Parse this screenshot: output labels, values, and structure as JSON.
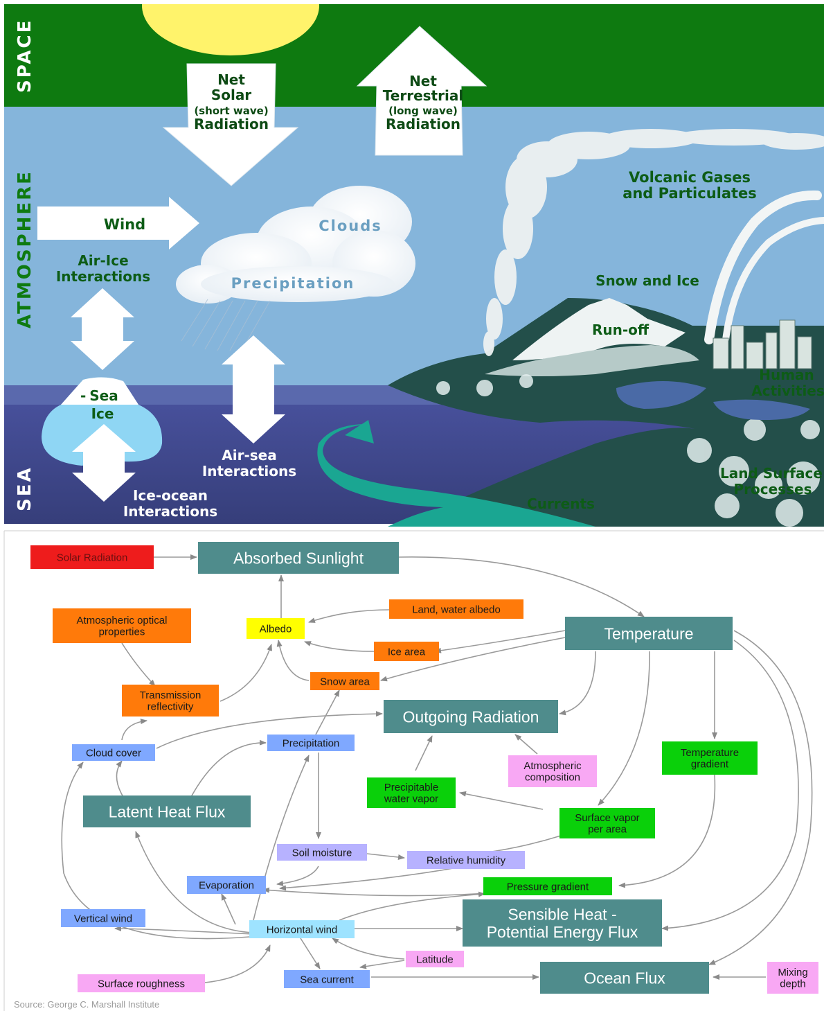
{
  "top_diagram": {
    "side_labels": {
      "space": "SPACE",
      "atmosphere": "ATMOSPHERE",
      "sea": "SEA"
    },
    "net_solar": [
      "Net",
      "Solar",
      "(short wave)",
      "Radiation"
    ],
    "net_terrestrial": [
      "Net",
      "Terrestrial",
      "(long wave)",
      "Radiation"
    ],
    "wind": "Wind",
    "clouds": "Clouds",
    "precipitation": "Precipitation",
    "air_ice": [
      "Air-Ice",
      "Interactions"
    ],
    "sea_ice": [
      "Sea",
      "Ice"
    ],
    "air_sea": [
      "Air-sea",
      "Interactions"
    ],
    "ice_ocean": [
      "Ice-ocean",
      "Interactions"
    ],
    "currents": "Currents",
    "volcanic": [
      "Volcanic Gases",
      "and Particulates"
    ],
    "snow_ice": "Snow and Ice",
    "runoff": "Run-off",
    "human": [
      "Human",
      "Activities"
    ],
    "land_surface": [
      "Land Surface",
      "Processes"
    ],
    "colors": {
      "space": "#0e7a10",
      "sky": "#85b5db",
      "sea": "#3e4888",
      "label_green": "#0d5c16",
      "sun": "#fff36b"
    }
  },
  "flow_diagram": {
    "nodes": {
      "solar_radiation": [
        "Solar Radiation"
      ],
      "absorbed_sunlight": [
        "Absorbed Sunlight"
      ],
      "land_water_albedo": [
        "Land, water albedo"
      ],
      "atmospheric_optical": [
        "Atmospheric optical",
        "properties"
      ],
      "albedo": [
        "Albedo"
      ],
      "temperature": [
        "Temperature"
      ],
      "ice_area": [
        "Ice area"
      ],
      "snow_area": [
        "Snow area"
      ],
      "transmission": [
        "Transmission",
        "reflectivity"
      ],
      "outgoing_radiation": [
        "Outgoing Radiation"
      ],
      "cloud_cover": [
        "Cloud cover"
      ],
      "precipitation": [
        "Precipitation"
      ],
      "atmospheric_composition": [
        "Atmospheric",
        "composition"
      ],
      "temperature_gradient": [
        "Temperature",
        "gradient"
      ],
      "precipitable_water": [
        "Precipitable",
        "water vapor"
      ],
      "latent_heat_flux": [
        "Latent Heat Flux"
      ],
      "surface_vapor": [
        "Surface vapor",
        "per area"
      ],
      "soil_moisture": [
        "Soil moisture"
      ],
      "relative_humidity": [
        "Relative humidity"
      ],
      "evaporation": [
        "Evaporation"
      ],
      "pressure_gradient": [
        "Pressure gradient"
      ],
      "vertical_wind": [
        "Vertical wind"
      ],
      "horizontal_wind": [
        "Horizontal wind"
      ],
      "sensible_heat": [
        "Sensible Heat -",
        "Potential Energy Flux"
      ],
      "latitude": [
        "Latitude"
      ],
      "surface_roughness": [
        "Surface roughness"
      ],
      "sea_current": [
        "Sea current"
      ],
      "ocean_flux": [
        "Ocean Flux"
      ],
      "mixing_depth": [
        "Mixing",
        "depth"
      ]
    },
    "source": "Source: George C. Marshall Institute",
    "colors": {
      "teal": "#4f8c8c",
      "red": "#ee1c1c",
      "orange": "#ff7a0a",
      "yellow": "#ffff00",
      "blue": "#7fa8ff",
      "lavender": "#b7b2ff",
      "pink": "#f8a8f4",
      "green": "#0ad00a",
      "lightblue": "#9ee3ff"
    }
  }
}
